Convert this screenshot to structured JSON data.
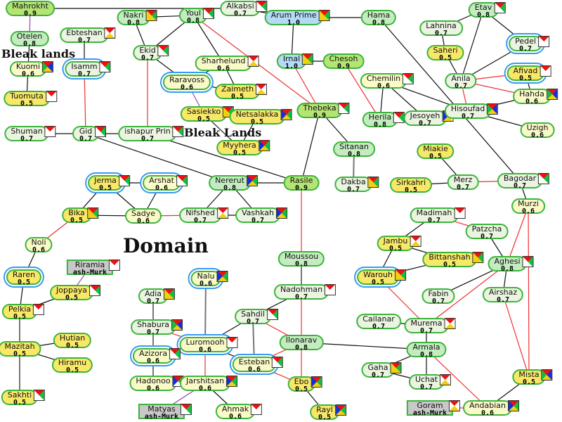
{
  "colors": {
    "0.5": "#f8e868",
    "0.6": "#fafac8",
    "0.7": "#eaf4e0",
    "0.8": "#c4ecc0",
    "0.9": "#b4e474",
    "1.0": "#b4daf6",
    "black": "#111111",
    "red": "#ee3030",
    "purple": "#9a48b0",
    "gray": "#777777"
  },
  "regions": [
    {
      "id": "r1",
      "label": "Bleak lands"
    },
    {
      "id": "r2",
      "label": "Bleak Lands"
    },
    {
      "id": "r3",
      "label": "Domain"
    }
  ],
  "nodes": [
    {
      "id": "Mahrokht",
      "value": "0.9"
    },
    {
      "id": "Otelen",
      "value": "0.8"
    },
    {
      "id": "Kuomi",
      "value": "0.6",
      "icon": "RBYG"
    },
    {
      "id": "Tuomuta",
      "value": "0.5",
      "icon": "RWWW"
    },
    {
      "id": "Ebteshan",
      "value": "0.7",
      "icon": "RWYW"
    },
    {
      "id": "Isamm",
      "value": "0.7",
      "icon": "RGWW",
      "ring": true
    },
    {
      "id": "Shuman",
      "value": "0.7",
      "icon": "RWWW"
    },
    {
      "id": "Gid",
      "value": "0.7",
      "icon": "RGWW"
    },
    {
      "id": "ishapur Prin",
      "value": "0.7",
      "icon": "RGWW"
    },
    {
      "id": "Nakri",
      "value": "0.8",
      "icon": "RGYY"
    },
    {
      "id": "Youl",
      "value": "0.8",
      "icon": "RGWW"
    },
    {
      "id": "Ekid",
      "value": "0.7",
      "icon": "RGWW"
    },
    {
      "id": "Raravoss",
      "value": "0.6",
      "ring": true
    },
    {
      "id": "Sharhelund",
      "value": "0.6",
      "icon": "RWYW"
    },
    {
      "id": "Zaimeth",
      "value": "0.5",
      "icon": "RWYW"
    },
    {
      "id": "Sasiekko",
      "value": "0.5",
      "icon": "RGYY"
    },
    {
      "id": "Netsalakka",
      "value": "0.5",
      "icon": "RGYB"
    },
    {
      "id": "Myyhera",
      "value": "0.5",
      "icon": "RGYB"
    },
    {
      "id": "Alkabsi",
      "value": "0.7",
      "icon": "RGWW"
    },
    {
      "id": "Arum Prime",
      "value": "1.0",
      "icon": "RGYY"
    },
    {
      "id": "Hama",
      "value": "0.8"
    },
    {
      "id": "Irnal",
      "value": "1.0",
      "icon": "RGYY"
    },
    {
      "id": "Chesoh",
      "value": "0.9"
    },
    {
      "id": "Chemilin",
      "value": "0.6",
      "icon": "RGWW"
    },
    {
      "id": "Herila",
      "value": "0.8",
      "icon": "RGWW"
    },
    {
      "id": "Jesoyeh",
      "value": "0.7",
      "icon": "RWYB"
    },
    {
      "id": "Thebeka",
      "value": "0.9",
      "icon": "RGWW"
    },
    {
      "id": "Sitanan",
      "value": "0.8"
    },
    {
      "id": "Dakba",
      "value": "0.7",
      "icon": "RGYY"
    },
    {
      "id": "Rasile",
      "value": "0.9"
    },
    {
      "id": "Etav",
      "value": "0.8",
      "icon": "RGWW"
    },
    {
      "id": "Lahnina",
      "value": "0.7"
    },
    {
      "id": "Pedel",
      "value": "0.7",
      "icon": "RWWW",
      "ring": true
    },
    {
      "id": "Saheri",
      "value": "0.5"
    },
    {
      "id": "Afivad",
      "value": "0.5",
      "icon": "RWWW",
      "ring": true
    },
    {
      "id": "Anila",
      "value": "0.7"
    },
    {
      "id": "Hahda",
      "value": "0.6",
      "icon": "RBYG"
    },
    {
      "id": "Hisoufad",
      "value": "0.7",
      "icon": "RBYG"
    },
    {
      "id": "Uzigh",
      "value": "0.6"
    },
    {
      "id": "Miakie",
      "value": "0.5"
    },
    {
      "id": "Merz",
      "value": "0.7"
    },
    {
      "id": "Sirkahri",
      "value": "0.5"
    },
    {
      "id": "Bagodar",
      "value": "0.7",
      "icon": "RGWW"
    },
    {
      "id": "Murzi",
      "value": "0.6"
    },
    {
      "id": "Madimah",
      "value": "0.7",
      "icon": "RWWW"
    },
    {
      "id": "Patzcha",
      "value": "0.7"
    },
    {
      "id": "Jambu",
      "value": "0.5",
      "icon": "RWYW"
    },
    {
      "id": "Bittanshah",
      "value": "0.5",
      "icon": "RGYY"
    },
    {
      "id": "Aghesi",
      "value": "0.8",
      "icon": "RGWW"
    },
    {
      "id": "Warouh",
      "value": "0.5",
      "icon": "RGYY",
      "ring": true
    },
    {
      "id": "Fabin",
      "value": "0.7"
    },
    {
      "id": "Airshaz",
      "value": "0.7"
    },
    {
      "id": "Cailanar",
      "value": "0.7"
    },
    {
      "id": "Murema",
      "value": "0.7",
      "icon": "RWYW"
    },
    {
      "id": "Armala",
      "value": "0.8"
    },
    {
      "id": "Gaha",
      "value": "0.7",
      "icon": "RGYY"
    },
    {
      "id": "Uchat",
      "value": "0.7",
      "icon": "RWYW"
    },
    {
      "id": "Goram",
      "value": "ash-Murk",
      "icon": "RWYW",
      "sq": true
    },
    {
      "id": "Andabian",
      "value": "0.6",
      "icon": "RGYB"
    },
    {
      "id": "Mista",
      "value": "0.5",
      "icon": "RBYG"
    },
    {
      "id": "Moussou",
      "value": "0.8"
    },
    {
      "id": "Nadohman",
      "value": "0.7",
      "icon": "RWWW"
    },
    {
      "id": "Ilonarav",
      "value": "0.8"
    },
    {
      "id": "Ebo",
      "value": "0.5",
      "icon": "RGYB"
    },
    {
      "id": "Rayl",
      "value": "0.5",
      "icon": "RGYB"
    },
    {
      "id": "Sahdil",
      "value": "0.7",
      "icon": "RGWW"
    },
    {
      "id": "Luromooh",
      "value": "0.6",
      "icon": "RWWW",
      "ring": true
    },
    {
      "id": "Esteban",
      "value": "0.6",
      "icon": "RGWW",
      "ring": true
    },
    {
      "id": "Nalu",
      "value": "0.6",
      "icon": "RGYB",
      "ring": true
    },
    {
      "id": "Adia",
      "value": "0.7",
      "icon": "RGYY"
    },
    {
      "id": "Shabura",
      "value": "0.7",
      "icon": "RBYG"
    },
    {
      "id": "Azizora",
      "value": "0.6",
      "icon": "RGWW",
      "ring": true
    },
    {
      "id": "Hadonoo",
      "value": "0.6",
      "icon": "RGWB"
    },
    {
      "id": "Jarshitsan",
      "value": "0.6",
      "icon": "RGYB"
    },
    {
      "id": "Ahmak",
      "value": "0.6",
      "icon": "RWWW"
    },
    {
      "id": "Matyas",
      "value": "ash-Murk",
      "icon": "RGWW",
      "sq": true
    },
    {
      "id": "Jerma",
      "value": "0.5",
      "icon": "RGWW",
      "ring": true
    },
    {
      "id": "Arshat",
      "value": "0.6",
      "icon": "RGWW",
      "ring": true
    },
    {
      "id": "Nererut",
      "value": "0.8",
      "icon": "RGYB"
    },
    {
      "id": "Bika",
      "value": "0.5",
      "icon": "RGYY"
    },
    {
      "id": "Sadye",
      "value": "0.6"
    },
    {
      "id": "Nifshed",
      "value": "0.7",
      "icon": "RWYW"
    },
    {
      "id": "Vashkah",
      "value": "0.7",
      "icon": "RGYB"
    },
    {
      "id": "Noli",
      "value": "0.6"
    },
    {
      "id": "Riramia",
      "value": "ash-Murk",
      "icon": "RWWW",
      "sq": true
    },
    {
      "id": "Raren",
      "value": "0.5",
      "ring": true
    },
    {
      "id": "Joppaya",
      "value": "0.5",
      "icon": "RGWW"
    },
    {
      "id": "Pelkia",
      "value": "0.5",
      "icon": "RWWW"
    },
    {
      "id": "Mazitah",
      "value": "0.5"
    },
    {
      "id": "Hutian",
      "value": "0.5"
    },
    {
      "id": "Hiramu",
      "value": "0.5"
    },
    {
      "id": "Sakhti",
      "value": "0.5",
      "icon": "RGWW"
    }
  ],
  "edges": [
    [
      "Mahrokht",
      "Alkabsi",
      "black"
    ],
    [
      "Alkabsi",
      "Arum Prime",
      "black"
    ],
    [
      "Arum Prime",
      "Hama",
      "black"
    ],
    [
      "Arum Prime",
      "Irnal",
      "black"
    ],
    [
      "Irnal",
      "Chesoh",
      "black"
    ],
    [
      "Nakri",
      "Youl",
      "black"
    ],
    [
      "Nakri",
      "Ekid",
      "black"
    ],
    [
      "Youl",
      "Ekid",
      "black"
    ],
    [
      "Youl",
      "Sharhelund",
      "black"
    ],
    [
      "Ekid",
      "Raravoss",
      "black"
    ],
    [
      "Raravoss",
      "Sharhelund",
      "black"
    ],
    [
      "Raravoss",
      "Zaimeth",
      "black"
    ],
    [
      "Sharhelund",
      "Zaimeth",
      "black"
    ],
    [
      "Sasiekko",
      "Netsalakka",
      "black"
    ],
    [
      "Sasiekko",
      "Myyhera",
      "black"
    ],
    [
      "Netsalakka",
      "Myyhera",
      "black"
    ],
    [
      "Kuomi",
      "Otelen",
      "black"
    ],
    [
      "Kuomi",
      "Tuomuta",
      "black"
    ],
    [
      "Ebteshan",
      "Isamm",
      "black"
    ],
    [
      "Shuman",
      "Gid",
      "black"
    ],
    [
      "Gid",
      "ishapur Prin",
      "black"
    ],
    [
      "Gid",
      "Nererut",
      "black"
    ],
    [
      "ishapur Prin",
      "Rasile",
      "black"
    ],
    [
      "Thebeka",
      "Rasile",
      "black"
    ],
    [
      "Thebeka",
      "Sitanan",
      "black"
    ],
    [
      "Sitanan",
      "Dakba",
      "gray"
    ],
    [
      "Chemilin",
      "Herila",
      "black"
    ],
    [
      "Chemilin",
      "Jesoyeh",
      "black"
    ],
    [
      "Chemilin",
      "Hisoufad",
      "black"
    ],
    [
      "Hama",
      "Bagodar",
      "black"
    ],
    [
      "Etav",
      "Lahnina",
      "black"
    ],
    [
      "Etav",
      "Anila",
      "black"
    ],
    [
      "Etav",
      "Pedel",
      "black"
    ],
    [
      "Lahnina",
      "Saheri",
      "black"
    ],
    [
      "Saheri",
      "Anila",
      "black"
    ],
    [
      "Anila",
      "Pedel",
      "black"
    ],
    [
      "Afivad",
      "Hahda",
      "black"
    ],
    [
      "Hahda",
      "Hisoufad",
      "black"
    ],
    [
      "Hisoufad",
      "Uzigh",
      "black"
    ],
    [
      "Miakie",
      "Merz",
      "black"
    ],
    [
      "Sirkahri",
      "Merz",
      "black"
    ],
    [
      "Bagodar",
      "Murzi",
      "black"
    ],
    [
      "Madimah",
      "Jambu",
      "black"
    ],
    [
      "Patzcha",
      "Aghesi",
      "black"
    ],
    [
      "Jambu",
      "Bittanshah",
      "black"
    ],
    [
      "Jambu",
      "Warouh",
      "black"
    ],
    [
      "Warouh",
      "Bittanshah",
      "black"
    ],
    [
      "Fabin",
      "Aghesi",
      "black"
    ],
    [
      "Aghesi",
      "Airshaz",
      "black"
    ],
    [
      "Cailanar",
      "Murema",
      "black"
    ],
    [
      "Murema",
      "Armala",
      "black"
    ],
    [
      "Armala",
      "Ilonarav",
      "black"
    ],
    [
      "Armala",
      "Gaha",
      "black"
    ],
    [
      "Armala",
      "Uchat",
      "black"
    ],
    [
      "Gaha",
      "Uchat",
      "black"
    ],
    [
      "Andabian",
      "Mista",
      "black"
    ],
    [
      "Nererut",
      "Rasile",
      "black"
    ],
    [
      "Nererut",
      "Nifshed",
      "black"
    ],
    [
      "Nererut",
      "Vashkah",
      "black"
    ],
    [
      "Nifshed",
      "Vashkah",
      "black"
    ],
    [
      "Jerma",
      "Arshat",
      "black"
    ],
    [
      "Jerma",
      "Bika",
      "black"
    ],
    [
      "Jerma",
      "Sadye",
      "black"
    ],
    [
      "Arshat",
      "Sadye",
      "black"
    ],
    [
      "Bika",
      "Sadye",
      "black"
    ],
    [
      "Noli",
      "Raren",
      "black"
    ],
    [
      "Raren",
      "Pelkia",
      "black"
    ],
    [
      "Pelkia",
      "Joppaya",
      "black"
    ],
    [
      "Pelkia",
      "Mazitah",
      "gray"
    ],
    [
      "Mazitah",
      "Hutian",
      "black"
    ],
    [
      "Mazitah",
      "Hiramu",
      "black"
    ],
    [
      "Mazitah",
      "Sakhti",
      "gray"
    ],
    [
      "Moussou",
      "Nadohman",
      "gray"
    ],
    [
      "Nadohman",
      "Sahdil",
      "black"
    ],
    [
      "Sahdil",
      "Luromooh",
      "black"
    ],
    [
      "Sahdil",
      "Esteban",
      "gray"
    ],
    [
      "Luromooh",
      "Esteban",
      "black"
    ],
    [
      "Nalu",
      "Luromooh",
      "gray"
    ],
    [
      "Adia",
      "Shabura",
      "gray"
    ],
    [
      "Shabura",
      "Azizora",
      "gray"
    ],
    [
      "Azizora",
      "Hadonoo",
      "gray"
    ],
    [
      "Hadonoo",
      "Jarshitsan",
      "gray"
    ],
    [
      "Jarshitsan",
      "Ahmak",
      "black"
    ],
    [
      "Ebo",
      "Rayl",
      "black"
    ],
    [
      "Youl",
      "Thebeka",
      "red"
    ],
    [
      "Irnal",
      "Thebeka",
      "red"
    ],
    [
      "Chesoh",
      "Herila",
      "red"
    ],
    [
      "Isamm",
      "Gid",
      "red"
    ],
    [
      "Ekid",
      "ishapur Prin",
      "red"
    ],
    [
      "Rasile",
      "Moussou",
      "red"
    ],
    [
      "Anila",
      "Afivad",
      "red"
    ],
    [
      "Anila",
      "Hahda",
      "red"
    ],
    [
      "Anila",
      "Hisoufad",
      "red"
    ],
    [
      "Merz",
      "Bagodar",
      "red"
    ],
    [
      "Madimah",
      "Patzcha",
      "red"
    ],
    [
      "Murzi",
      "Aghesi",
      "red"
    ],
    [
      "Murzi",
      "Mista",
      "red"
    ],
    [
      "Airshaz",
      "Mista",
      "red"
    ],
    [
      "Warouh",
      "Murema",
      "red"
    ],
    [
      "Aghesi",
      "Murema",
      "red"
    ],
    [
      "Armala",
      "Andabian",
      "red"
    ],
    [
      "Sadye",
      "Nifshed",
      "red"
    ],
    [
      "Bika",
      "Noli",
      "red"
    ],
    [
      "Nadohman",
      "Ilonarav",
      "red"
    ],
    [
      "Ilonarav",
      "Ebo",
      "red"
    ],
    [
      "Sahdil",
      "Ilonarav",
      "red"
    ],
    [
      "Esteban",
      "Ilonarav",
      "red"
    ],
    [
      "Esteban",
      "Ebo",
      "red"
    ],
    [
      "Shabura",
      "Luromooh",
      "red"
    ],
    [
      "Azizora",
      "Luromooh",
      "red"
    ],
    [
      "Luromooh",
      "Jarshitsan",
      "red"
    ],
    [
      "Mahrokht",
      "Otelen",
      "purple"
    ],
    [
      "Raravoss",
      "Sasiekko",
      "purple"
    ],
    [
      "Riramia",
      "Joppaya",
      "purple"
    ],
    [
      "Jarshitsan",
      "Matyas",
      "purple"
    ],
    [
      "Goram",
      "Andabian",
      "purple"
    ]
  ]
}
